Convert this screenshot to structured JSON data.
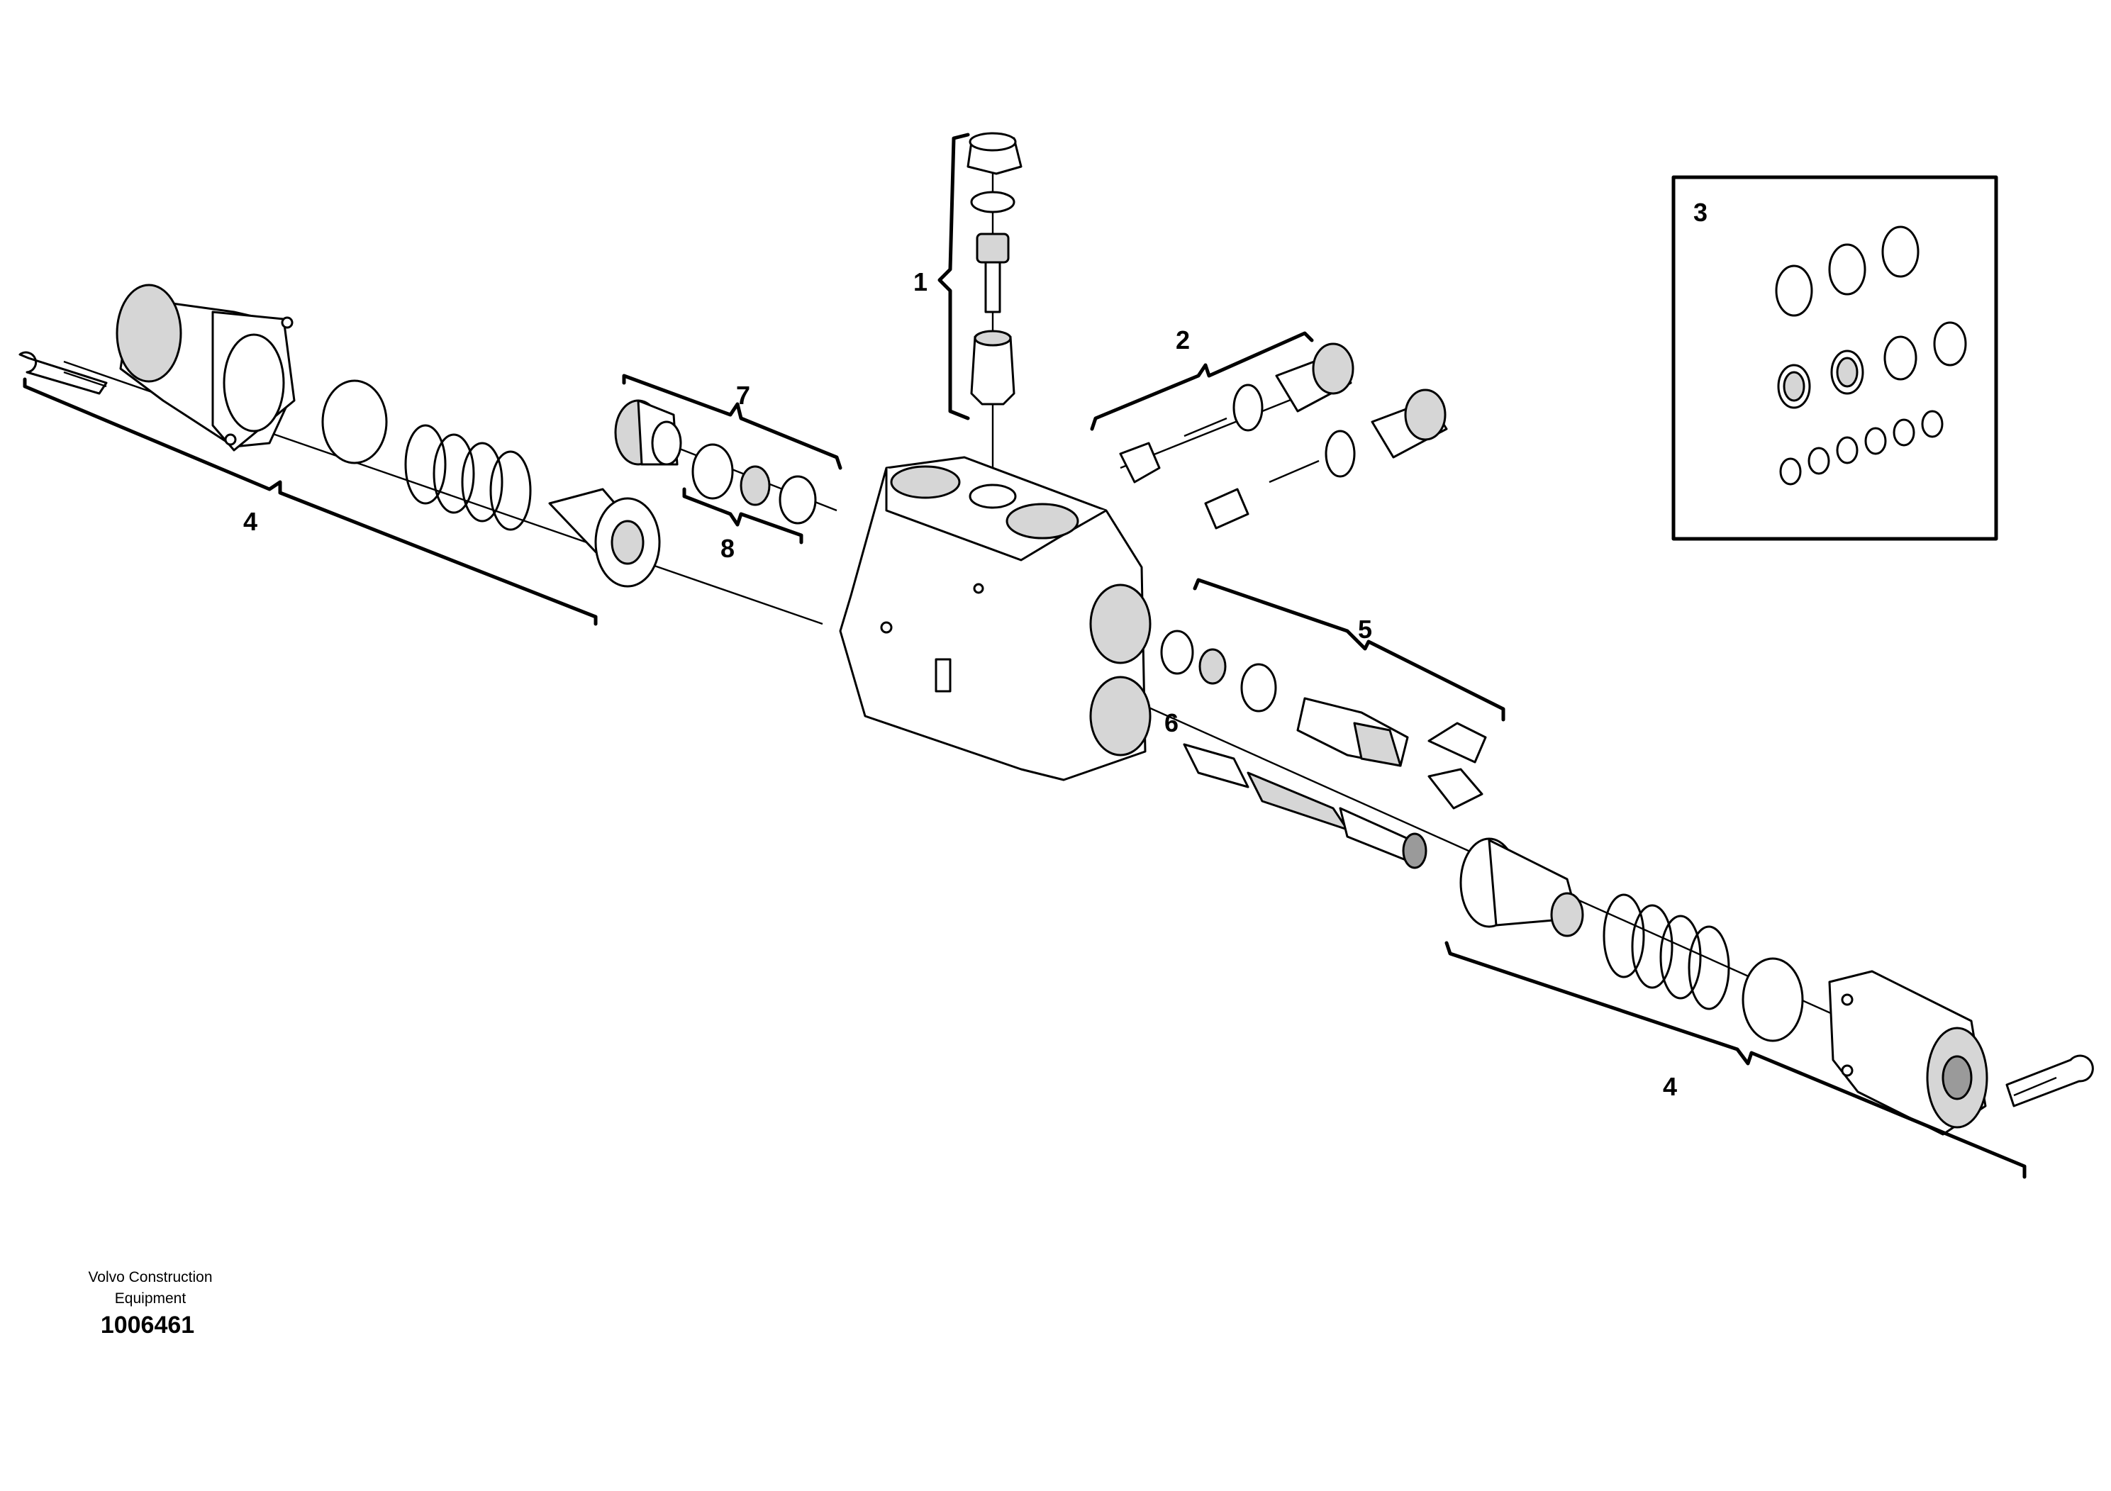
{
  "callouts": {
    "c1": "1",
    "c2": "2",
    "c3": "3",
    "c4a": "4",
    "c4b": "4",
    "c5": "5",
    "c6": "6",
    "c7": "7",
    "c8": "8"
  },
  "footer": {
    "company_line1": "Volvo Construction",
    "company_line2": "Equipment",
    "drawing_number": "1006461"
  }
}
